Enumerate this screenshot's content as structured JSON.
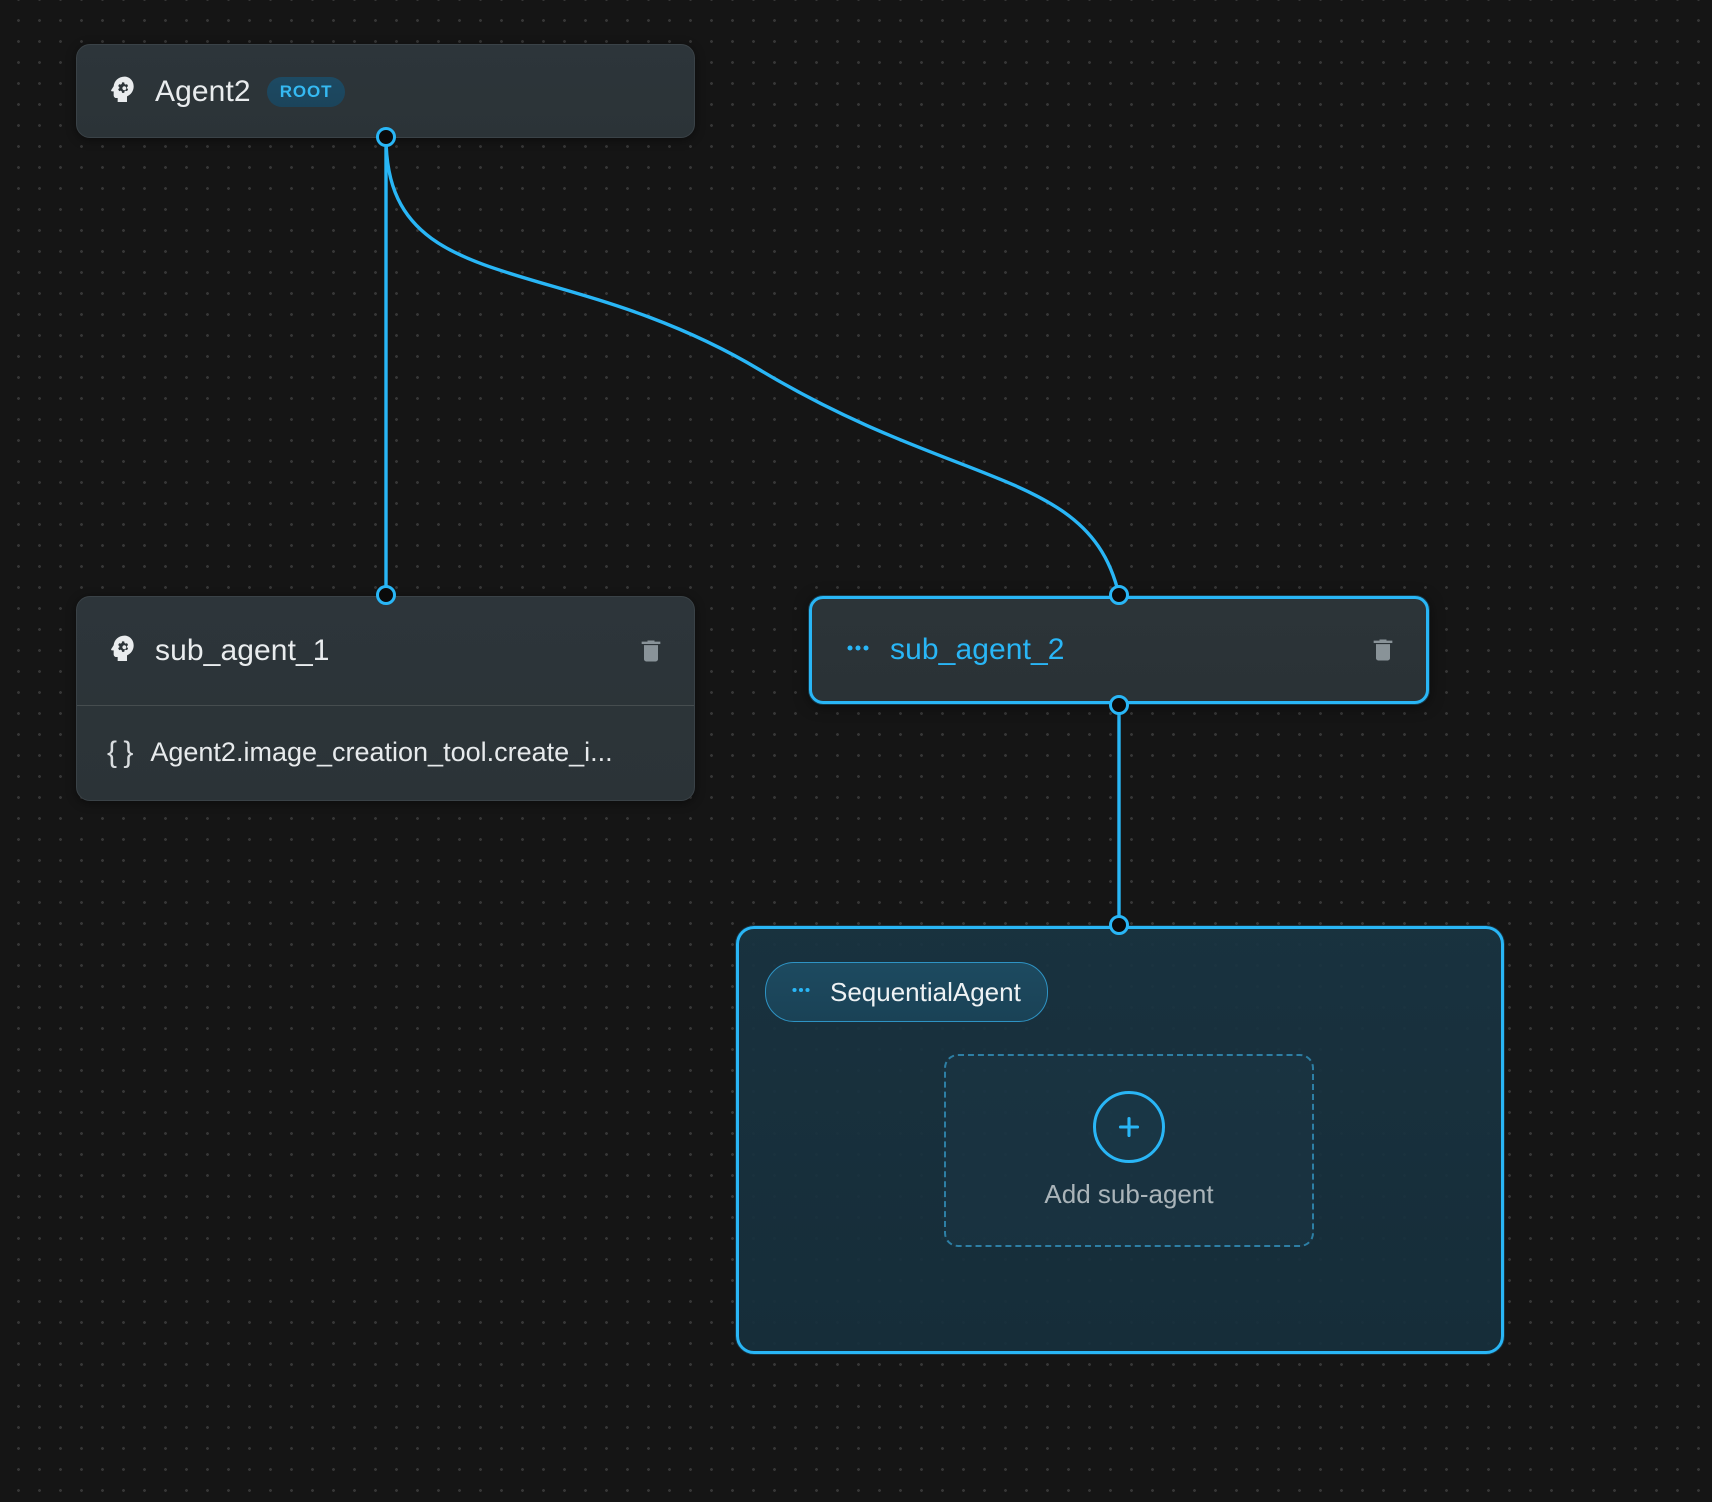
{
  "canvas": {
    "background_color": "#151515",
    "grid_dot_color": "#363636",
    "accent_color": "#29b6f6",
    "edge_color": "#29b6f6"
  },
  "nodes": {
    "root": {
      "id": "agent2",
      "title": "Agent2",
      "badge": "ROOT",
      "icon": "psychology-icon",
      "selected": false
    },
    "sub_agent_1": {
      "id": "sub_agent_1",
      "title": "sub_agent_1",
      "icon": "psychology-icon",
      "delete_icon": "trash-icon",
      "selected": false,
      "tool": {
        "icon": "curly-braces-icon",
        "label": "Agent2.image_creation_tool.create_i..."
      }
    },
    "sub_agent_2": {
      "id": "sub_agent_2",
      "title": "sub_agent_2",
      "icon": "more-horiz-icon",
      "delete_icon": "trash-icon",
      "selected": true
    },
    "sequential_agent": {
      "id": "sequential_agent",
      "badge_label": "SequentialAgent",
      "badge_icon": "more-horiz-icon",
      "selected": true,
      "dropzone": {
        "add_icon": "plus-icon",
        "label": "Add sub-agent"
      }
    }
  },
  "edges": [
    {
      "from": "agent2",
      "to": "sub_agent_1",
      "color": "#29b6f6"
    },
    {
      "from": "agent2",
      "to": "sub_agent_2",
      "color": "#29b6f6"
    },
    {
      "from": "sub_agent_2",
      "to": "sequential_agent",
      "color": "#29b6f6"
    }
  ]
}
